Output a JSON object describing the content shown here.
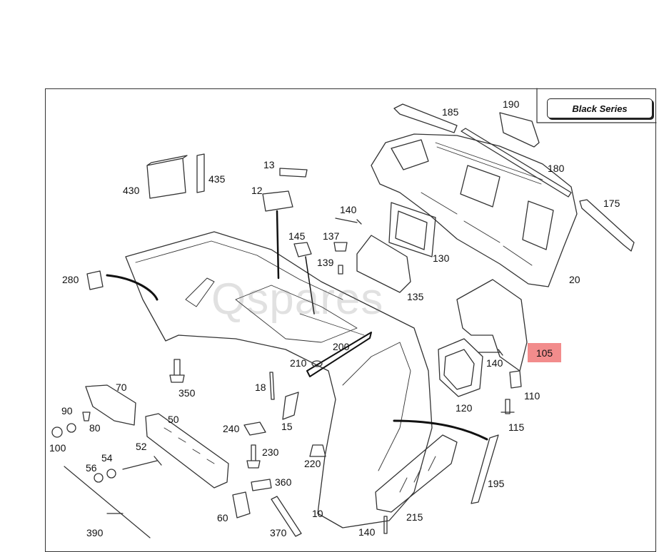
{
  "badge": {
    "label": "Black Series"
  },
  "watermark": {
    "text": "Qspares"
  },
  "highlighted_part": {
    "number": "105",
    "color": "#f28c8c"
  },
  "callouts": {
    "c185": "185",
    "c190": "190",
    "c180": "180",
    "c175": "175",
    "c20": "20",
    "c430": "430",
    "c435": "435",
    "c13": "13",
    "c12": "12",
    "c140a": "140",
    "c145": "145",
    "c137": "137",
    "c139": "139",
    "c130": "130",
    "c135": "135",
    "c280": "280",
    "c200": "200",
    "c210": "210",
    "c140b": "140",
    "c110": "110",
    "c120": "120",
    "c115": "115",
    "c350": "350",
    "c70": "70",
    "c18": "18",
    "c90": "90",
    "c80": "80",
    "c100": "100",
    "c50": "50",
    "c240": "240",
    "c15": "15",
    "c230": "230",
    "c52": "52",
    "c54": "54",
    "c56": "56",
    "c220": "220",
    "c360": "360",
    "c195": "195",
    "c60": "60",
    "c10": "10",
    "c215": "215",
    "c390": "390",
    "c370": "370",
    "c140c": "140"
  }
}
